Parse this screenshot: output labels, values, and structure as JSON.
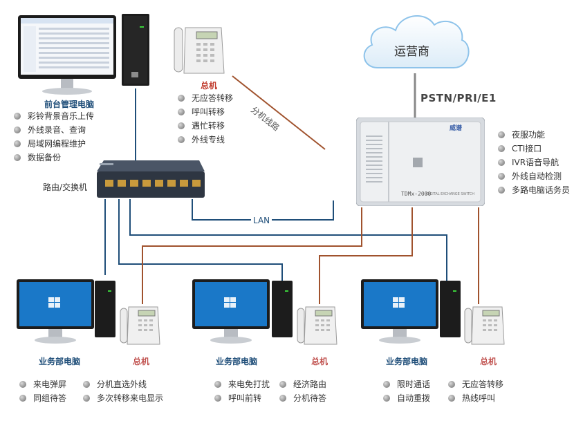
{
  "cloud_label": "运营商",
  "pstn_label": "PSTN/PRI/E1",
  "router_label": "路由/交换机",
  "lan_label": "LAN",
  "ext_line_label": "分机线路",
  "front_pc": {
    "title": "前台管理电脑",
    "features": [
      "彩铃背景音乐上传",
      "外线录音、查询",
      "局域网编程维护",
      "数据备份"
    ]
  },
  "top_phone": {
    "title": "总机",
    "features": [
      "无应答转移",
      "呼叫转移",
      "遇忙转移",
      "外线专线"
    ]
  },
  "pbx": {
    "brand": "威谱",
    "model": "TDMx-2000",
    "subtitle": "DIGITAL EXCHANGE SWITCH",
    "features": [
      "夜服功能",
      "CTI接口",
      "IVR语音导航",
      "外线自动检测",
      "多路电脑话务员"
    ]
  },
  "stations": [
    {
      "pc_label": "业务部电脑",
      "phone_label": "总机",
      "features": [
        "来电弹屏",
        "分机直选外线",
        "同组待答",
        "多次转移来电显示"
      ]
    },
    {
      "pc_label": "业务部电脑",
      "phone_label": "总机",
      "features": [
        "来电免打扰",
        "经济路由",
        "呼叫前转",
        "分机待答"
      ]
    },
    {
      "pc_label": "业务部电脑",
      "phone_label": "总机",
      "features": [
        "限时通话",
        "无应答转移",
        "自动重拨",
        "热线呼叫"
      ]
    }
  ],
  "colors": {
    "lan": "#1f4e79",
    "phone_line": "#a0522d",
    "title_blue": "#1f4e79",
    "title_red": "#c0392b"
  }
}
